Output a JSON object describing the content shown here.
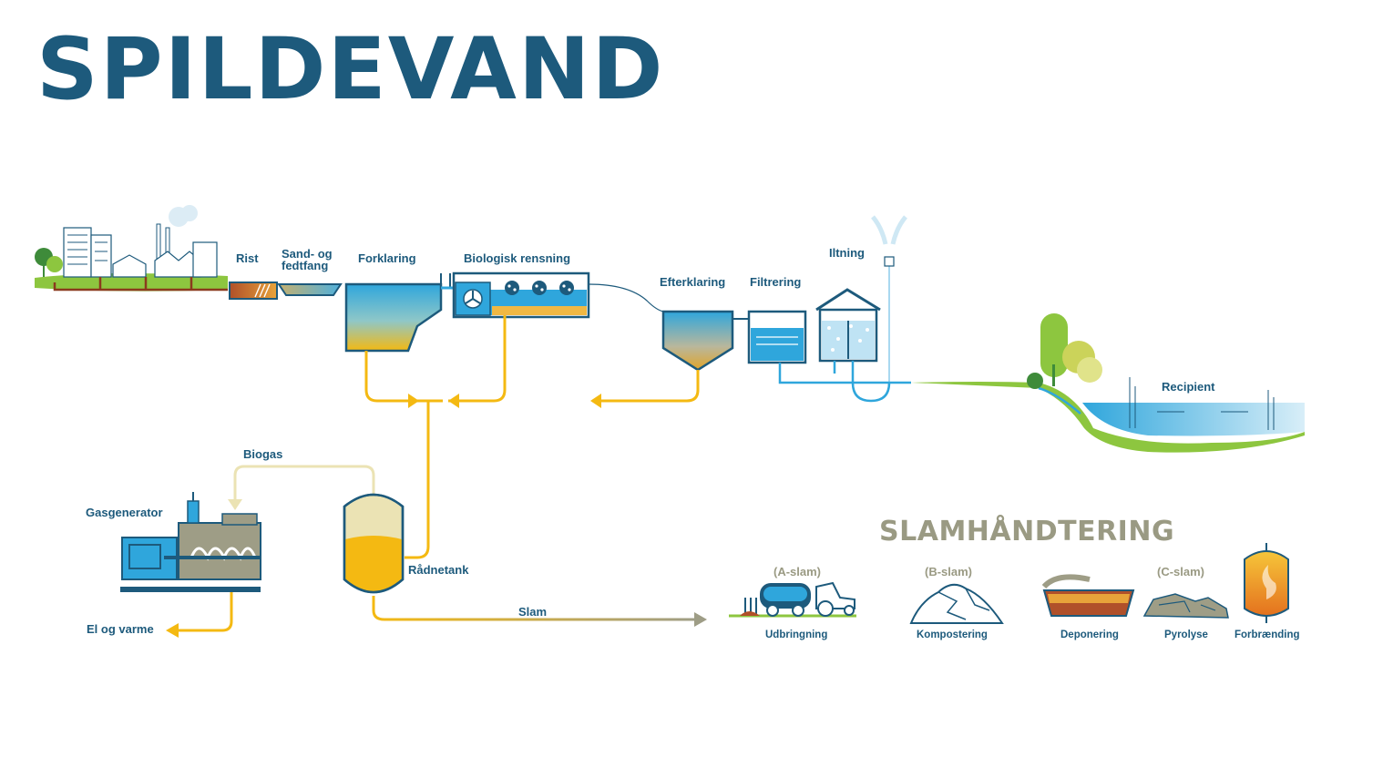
{
  "title": "SPILDEVAND",
  "stages": {
    "rist": "Rist",
    "sand_og": "Sand- og",
    "fedtfang": "fedtfang",
    "forklaring": "Forklaring",
    "biologisk": "Biologisk rensning",
    "efterklaring": "Efterklaring",
    "filtrering": "Filtrering",
    "iltning": "Iltning",
    "recipient": "Recipient"
  },
  "energy": {
    "biogas": "Biogas",
    "gasgenerator": "Gasgenerator",
    "raadnetank": "Rådnetank",
    "el_og_varme": "El og varme",
    "slam": "Slam"
  },
  "sludge": {
    "heading": "SLAMHÅNDTERING",
    "a_slam": "(A-slam)",
    "b_slam": "(B-slam)",
    "c_slam": "(C-slam)",
    "udbringning": "Udbringning",
    "kompostering": "Kompostering",
    "deponering": "Deponering",
    "pyrolyse": "Pyrolyse",
    "forbraending": "Forbrænding"
  },
  "colors": {
    "title_blue": "#1d5a7c",
    "water_blue": "#2fa6dc",
    "sludge_yellow": "#f4b912",
    "biogas_cream": "#ebe3b4",
    "grey_text": "#9a9a83",
    "grass_green": "#8dc63f",
    "pipe_brown": "#8b3a1e"
  }
}
